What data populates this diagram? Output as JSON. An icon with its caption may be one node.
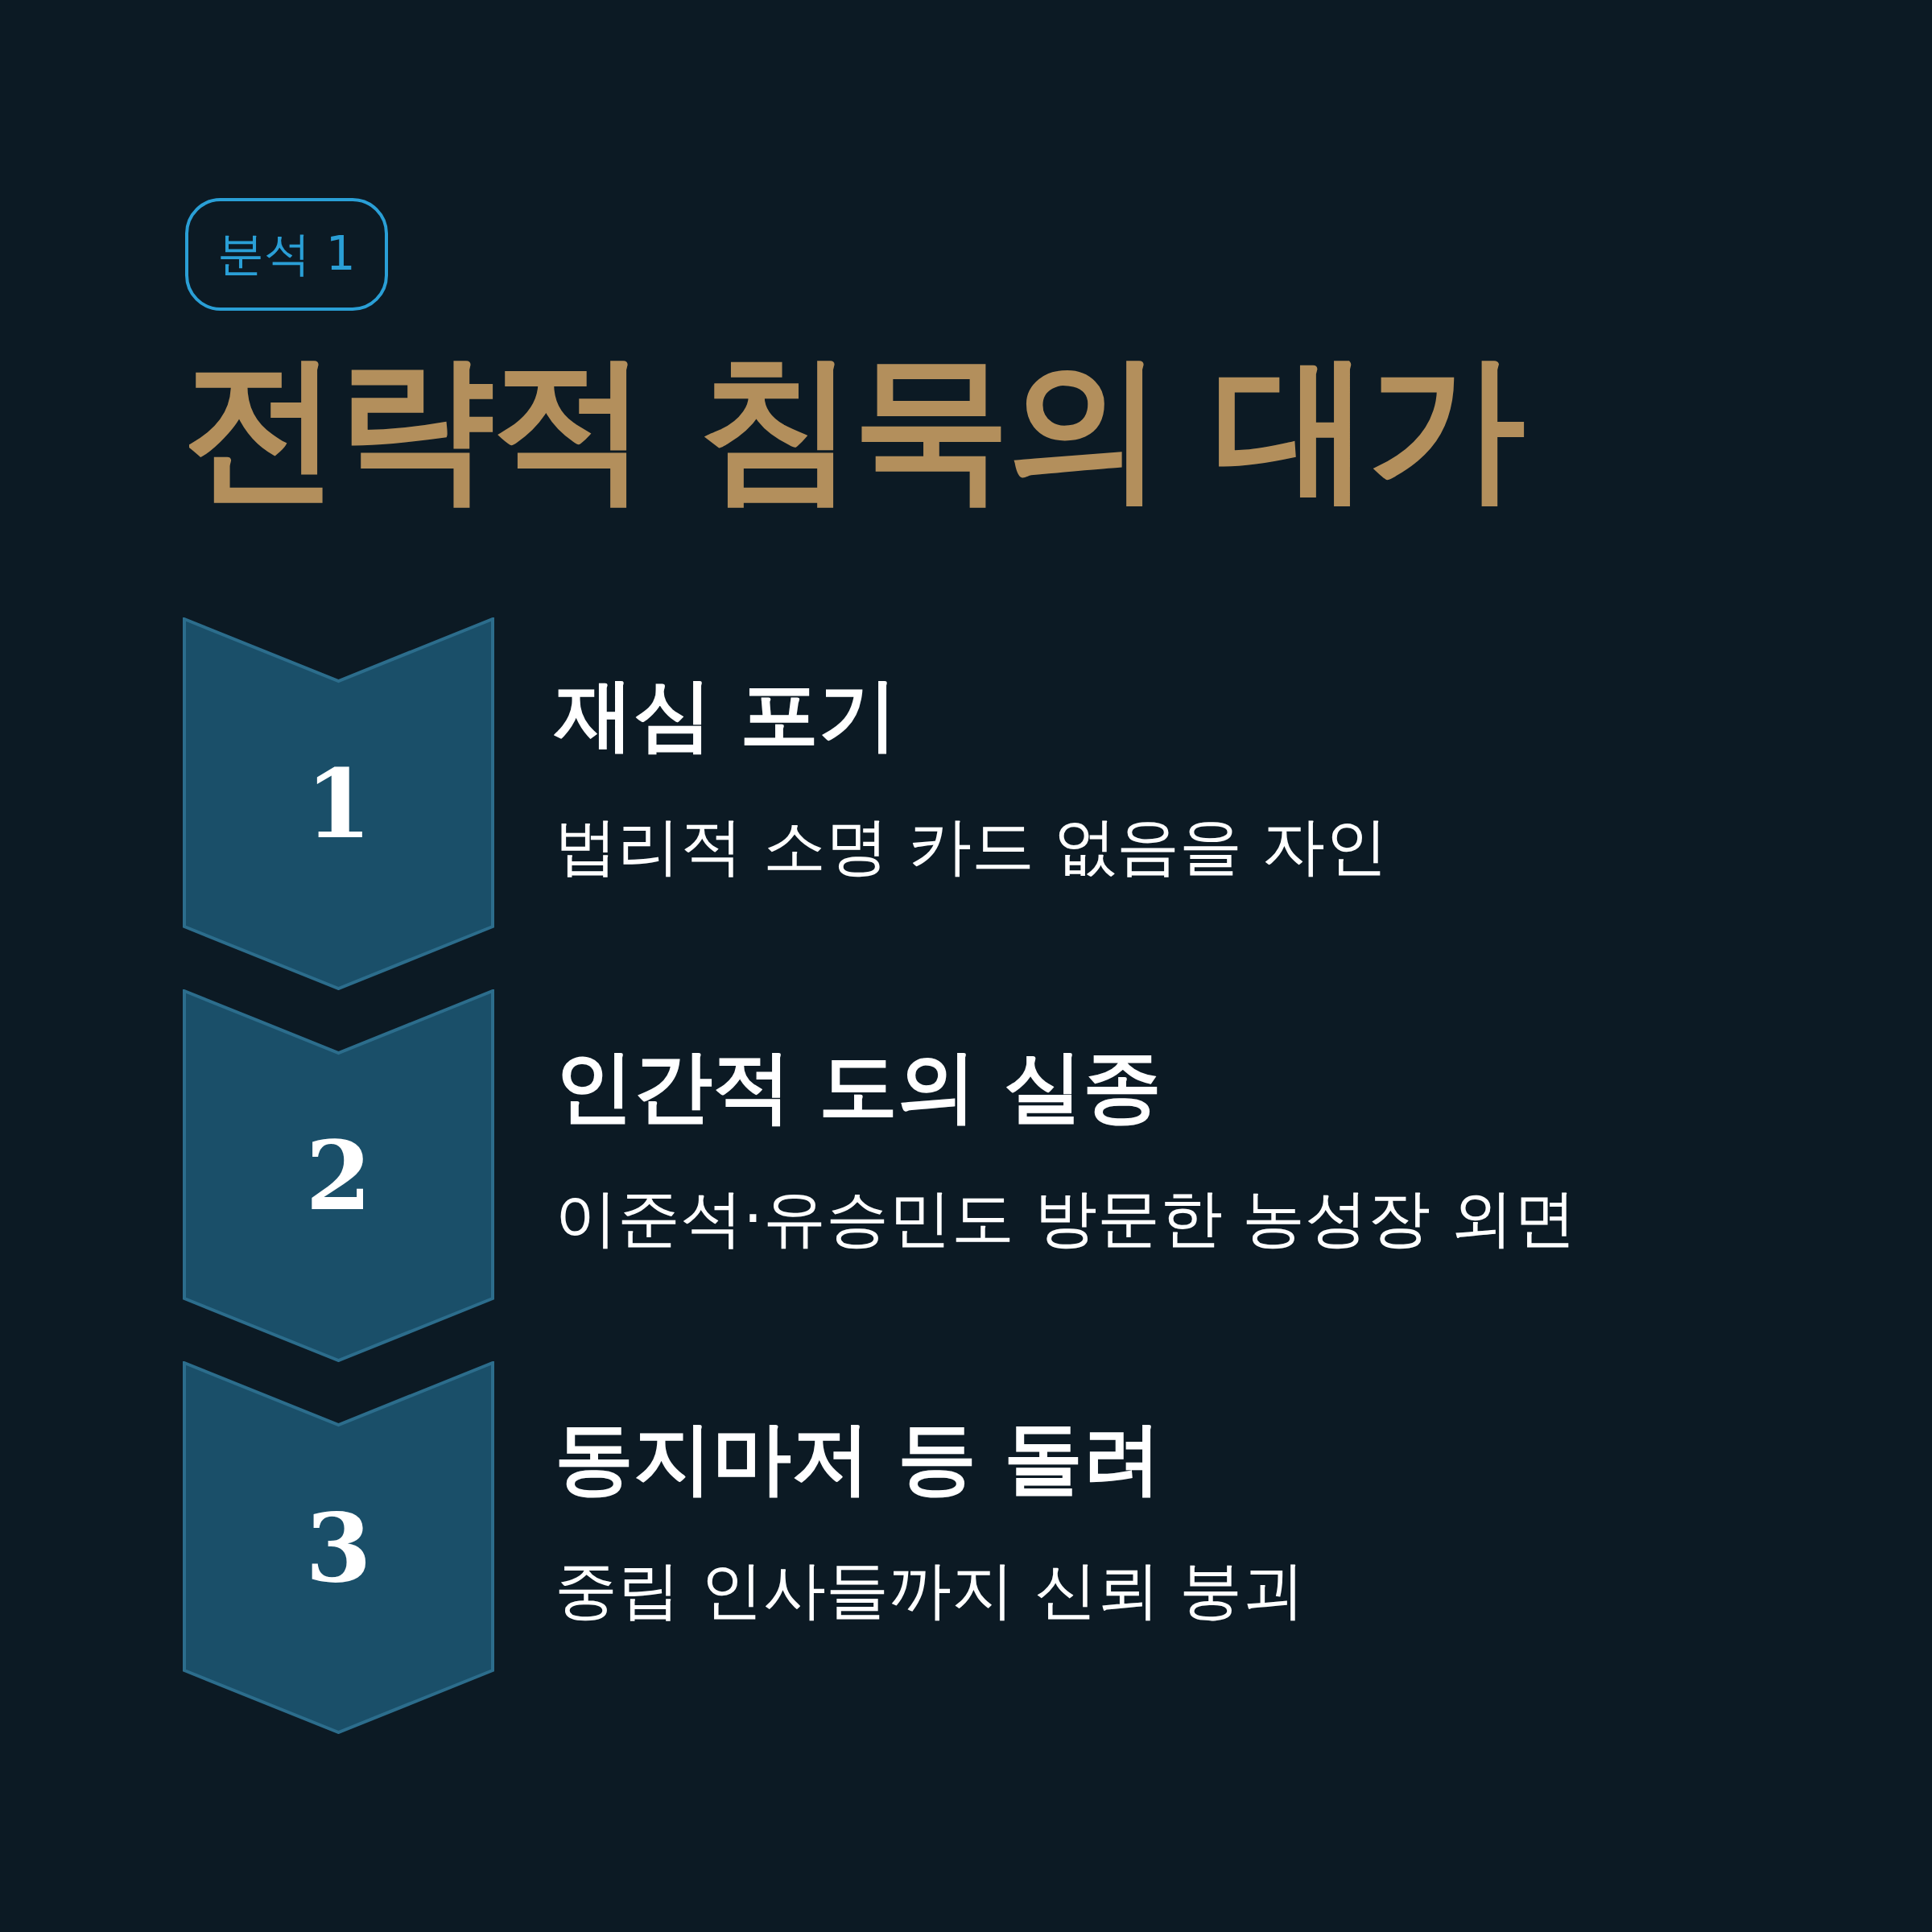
{
  "diagram": {
    "title": "전략적 침묵의 대가",
    "nodes": [
      {
        "text": [
          "분석 1"
        ]
      },
      {
        "text": [
          "1"
        ],
        "beside": [
          "재심 포기",
          "법리적 소명 카드 없음을 자인"
        ]
      },
      {
        "text": [
          "2"
        ],
        "beside": [
          "인간적 도의 실종",
          "이준석·유승민도 방문한 농성장 외면"
        ]
      },
      {
        "text": [
          "3"
        ],
        "beside": [
          "동지마저 등 돌려",
          "중립 인사들까지 신뢰 붕괴"
        ]
      }
    ]
  }
}
